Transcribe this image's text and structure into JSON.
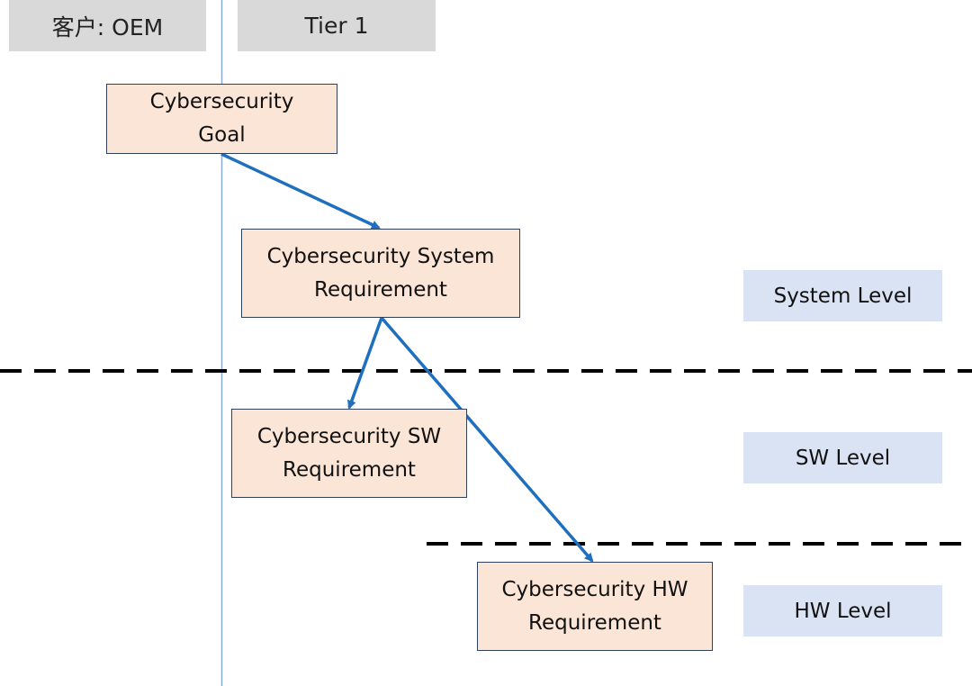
{
  "headers": {
    "customer": "客户: OEM",
    "supplier": "Tier 1"
  },
  "nodes": {
    "goal": "Cybersecurity\nGoal",
    "system": "Cybersecurity System\nRequirement",
    "sw": "Cybersecurity SW\nRequirement",
    "hw": "Cybersecurity HW\nRequirement"
  },
  "levels": {
    "system": "System Level",
    "sw": "SW Level",
    "hw": "HW Level"
  },
  "edges": [
    {
      "from": "goal",
      "to": "system"
    },
    {
      "from": "system",
      "to": "sw"
    },
    {
      "from": "system",
      "to": "hw"
    }
  ],
  "colors": {
    "header_bg": "#d9d9d9",
    "node_fill": "#fbe5d6",
    "node_border": "#2f3f5c",
    "level_bg": "#dae3f3",
    "arrow": "#1f6fbf",
    "divider": "#000000",
    "lane_line": "#8eaadb"
  }
}
